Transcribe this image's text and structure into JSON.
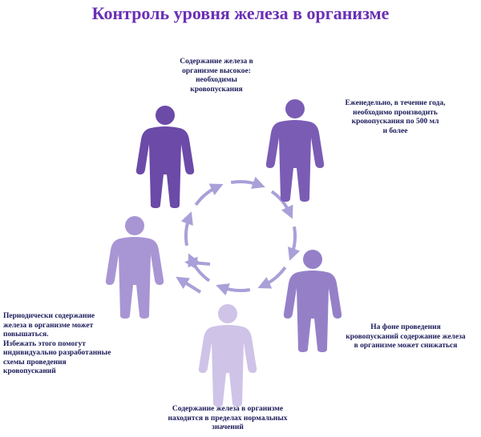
{
  "title": "Контроль уровня железа в организме",
  "captions": {
    "top": "Содержание железа в\nорганизме высокое:\nнеобходимы\nкровопускания",
    "upper_right": "Еженедельно, в течение года,\nнеобходимо производить\nкровопускания по 500 мл\nи более",
    "lower_right": "На фоне проведения\nкровопусканий содержание железа\nв организме может снижаться",
    "bottom": "Содержание железа в организме\nнаходится в пределах нормальных\nзначений",
    "left": "Периодически содержание\nжелеза в организме может\nповышаться.\nИзбежать этого помогут\nиндивидуально разработанные\nсхемы проведения\nкровопусканий"
  },
  "figures": [
    {
      "id": "top",
      "color": "#6b4aa8"
    },
    {
      "id": "upper-right",
      "color": "#7a5cb5"
    },
    {
      "id": "lower-right",
      "color": "#9580c8"
    },
    {
      "id": "bottom",
      "color": "#cfc3e8"
    },
    {
      "id": "left",
      "color": "#a895d4"
    }
  ],
  "colors": {
    "title": "#6a2fb5",
    "caption": "#1a1a5a",
    "arrow": "#a8a0d8"
  }
}
